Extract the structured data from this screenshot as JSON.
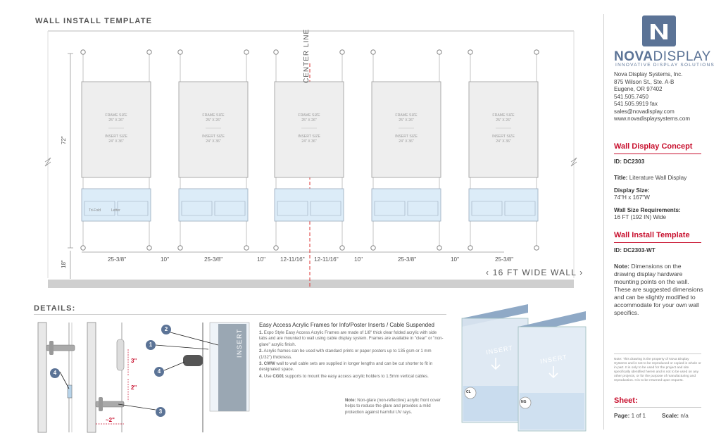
{
  "header": {
    "title": "WALL INSTALL TEMPLATE"
  },
  "drawing": {
    "center_line": "CENTER LINE",
    "height_dim": "72\"",
    "bottom_dim": "18\"",
    "wall_label": "16 FT WIDE WALL",
    "frames": [
      {
        "frame_size_label": "FRAME SIZE",
        "frame_size": "25\" X 26\"",
        "insert_size_label": "INSERT SIZE",
        "insert_size": "24\" X 36\""
      },
      {
        "frame_size_label": "FRAME SIZE",
        "frame_size": "25\" X 26\"",
        "insert_size_label": "INSERT SIZE",
        "insert_size": "24\" X 36\""
      },
      {
        "frame_size_label": "FRAME SIZE",
        "frame_size": "25\" X 26\"",
        "insert_size_label": "INSERT SIZE",
        "insert_size": "24\" X 36\""
      },
      {
        "frame_size_label": "FRAME SIZE",
        "frame_size": "25\" X 26\"",
        "insert_size_label": "INSERT SIZE",
        "insert_size": "24\" X 36\""
      },
      {
        "frame_size_label": "FRAME SIZE",
        "frame_size": "25\" X 26\"",
        "insert_size_label": "INSERT SIZE",
        "insert_size": "24\" X 36\""
      }
    ],
    "pocket_labels": [
      "Tri-Fold",
      "Letter"
    ],
    "dims": [
      "25-3/8\"",
      "10\"",
      "25-3/8\"",
      "10\"",
      "12-11/16\"",
      "12-11/16\"",
      "10\"",
      "25-3/8\"",
      "10\"",
      "25-3/8\""
    ]
  },
  "details": {
    "title": "DETAILS:",
    "heading": "Easy Access Acrylic Frames for Info/Poster Inserts / Cable Suspended",
    "items": [
      {
        "num": "1.",
        "text": "Expo Style Easy Access Acrylic Frames are made of 1/8\" thick clear folded acrylic with side tabs and are mounted to wall using cable display system. Frames are available in \"clear\" or \"non-glare\" acrylic finish."
      },
      {
        "num": "2.",
        "text": "Acrylic frames can be used with standard prints or paper posters up to 135 gsm or 1 mm (1/32\") thickness."
      },
      {
        "num": "3.",
        "bold": "CWW",
        "text": "wall to wall cable sets are supplied in longer lengths and can be cut shorter to fit in designated space."
      },
      {
        "num": "4.",
        "pre": "Use",
        "bold": "CG01",
        "text": "supports to mount the easy access acrylic holders to 1.5mm vertical cables."
      }
    ],
    "note_label": "Note:",
    "note_text": "Non-glare (non-reflective) acrylic front cover helps to reduce the glare and provides a mild protection against harmful UV rays.",
    "callouts": [
      "1",
      "2",
      "3",
      "4",
      "4"
    ],
    "dim_3": "3\"",
    "dim_2": "2\"",
    "dim_approx2": "~2\"",
    "insert_label": "INSERT",
    "render_insert": "INSERT",
    "badge_cl": "CL",
    "badge_ng": "NG"
  },
  "company": {
    "logo_bold": "NOVA",
    "logo_thin": "DISPLAY",
    "tagline": "INNOVATIVE DISPLAY SOLUTIONS",
    "address": [
      "Nova Display Systems, Inc.",
      "875 Wilson St., Ste. A-B",
      "Eugene, OR 97402",
      "541.505.7450",
      "541.505.9919 fax",
      "sales@novadisplay.com",
      "www.novadisplaysystems.com"
    ]
  },
  "concept": {
    "heading": "Wall Display Concept",
    "id_label": "ID:",
    "id": "DC2303",
    "title_label": "Title:",
    "title": "Literature Wall Display",
    "size_label": "Display Size:",
    "size": "74\"H x 167\"W",
    "wall_label": "Wall Size Requirements:",
    "wall": "16 FT (192 IN) Wide"
  },
  "template": {
    "heading": "Wall Install Template",
    "id_label": "ID:",
    "id": "DC2303-WT",
    "note_label": "Note:",
    "note": "Dimensions on the drawing display hardware mounting points on the wall. These are suggested dimensions and can be slightly modified to accommodate for your own wall specifics."
  },
  "fineprint": "Note: This drawing is the property of Nova Display Systems and is not to be reproduced or copied in whole or in part. It is only to be used for the project and site specifically identified herein and is not to be used on any other projects, or for the purpose of manufacturing and reproduction. It is to be returned upon request.",
  "sheet": {
    "heading": "Sheet:",
    "page_label": "Page:",
    "page": "1 of 1",
    "scale_label": "Scale:",
    "scale": "n/a"
  },
  "colors": {
    "accent": "#c8102e",
    "brand": "#5b7396",
    "pocket": "#dcecf8",
    "floor": "#cccccc"
  }
}
